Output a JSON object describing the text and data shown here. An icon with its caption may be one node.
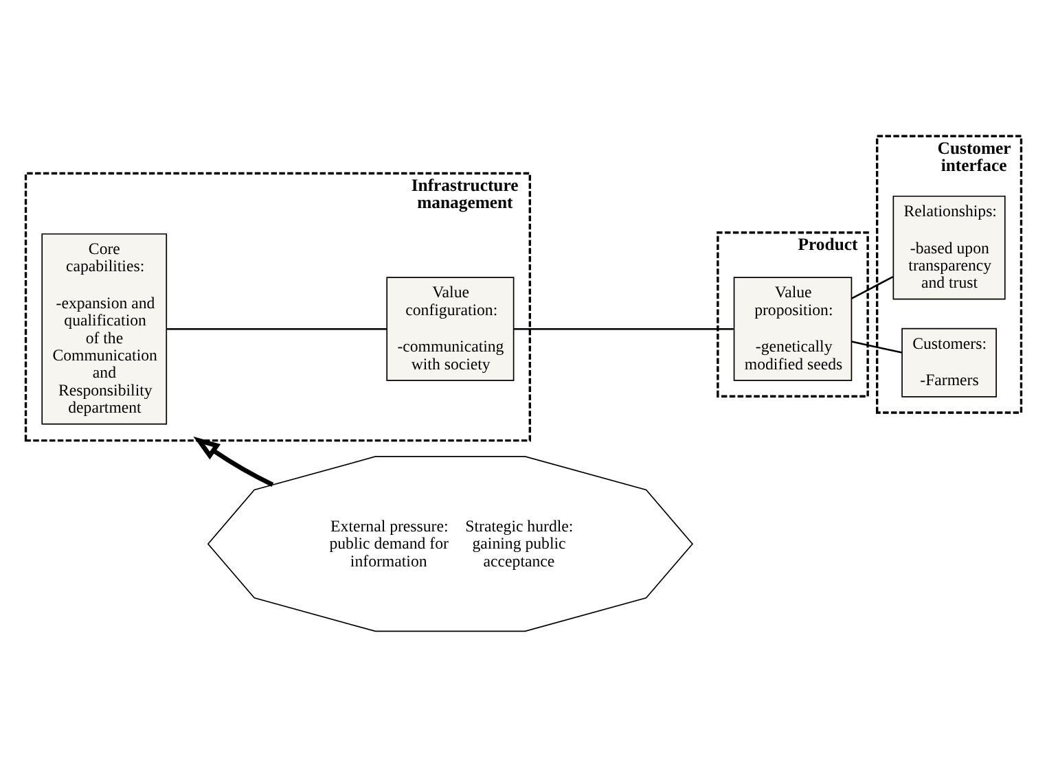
{
  "diagram": {
    "nodes": [
      {
        "text": [
          "External pressure: public demand for information",
          "Strategic hurdle: gaining public acceptance"
        ]
      },
      {
        "text": [
          "Infrastructure management"
        ]
      },
      {
        "text": [
          "Core capabilities:",
          "-expansion and qualification of the Communication and Responsibility department"
        ],
        "in": 1
      },
      {
        "text": [
          "Value configuration:",
          "-communicating with society"
        ],
        "in": 1
      },
      {
        "text": [
          "Product"
        ]
      },
      {
        "text": [
          "Value proposition:",
          "-genetically modified seeds"
        ],
        "in": 4
      },
      {
        "text": [
          "Customer interface"
        ]
      },
      {
        "text": [
          "Relationships:",
          "-based upon transparency and trust"
        ],
        "in": 6
      },
      {
        "text": [
          "Customers:",
          "-Farmers"
        ],
        "in": 6
      }
    ],
    "edges": [
      {
        "from": 0,
        "to": 1,
        "arrow": "to",
        "style": "thick"
      },
      {
        "from": 2,
        "to": 3,
        "arrow": "none"
      },
      {
        "from": 3,
        "to": 5,
        "arrow": "none"
      },
      {
        "from": 5,
        "to": 7,
        "arrow": "none"
      },
      {
        "from": 5,
        "to": 8,
        "arrow": "none"
      }
    ]
  }
}
